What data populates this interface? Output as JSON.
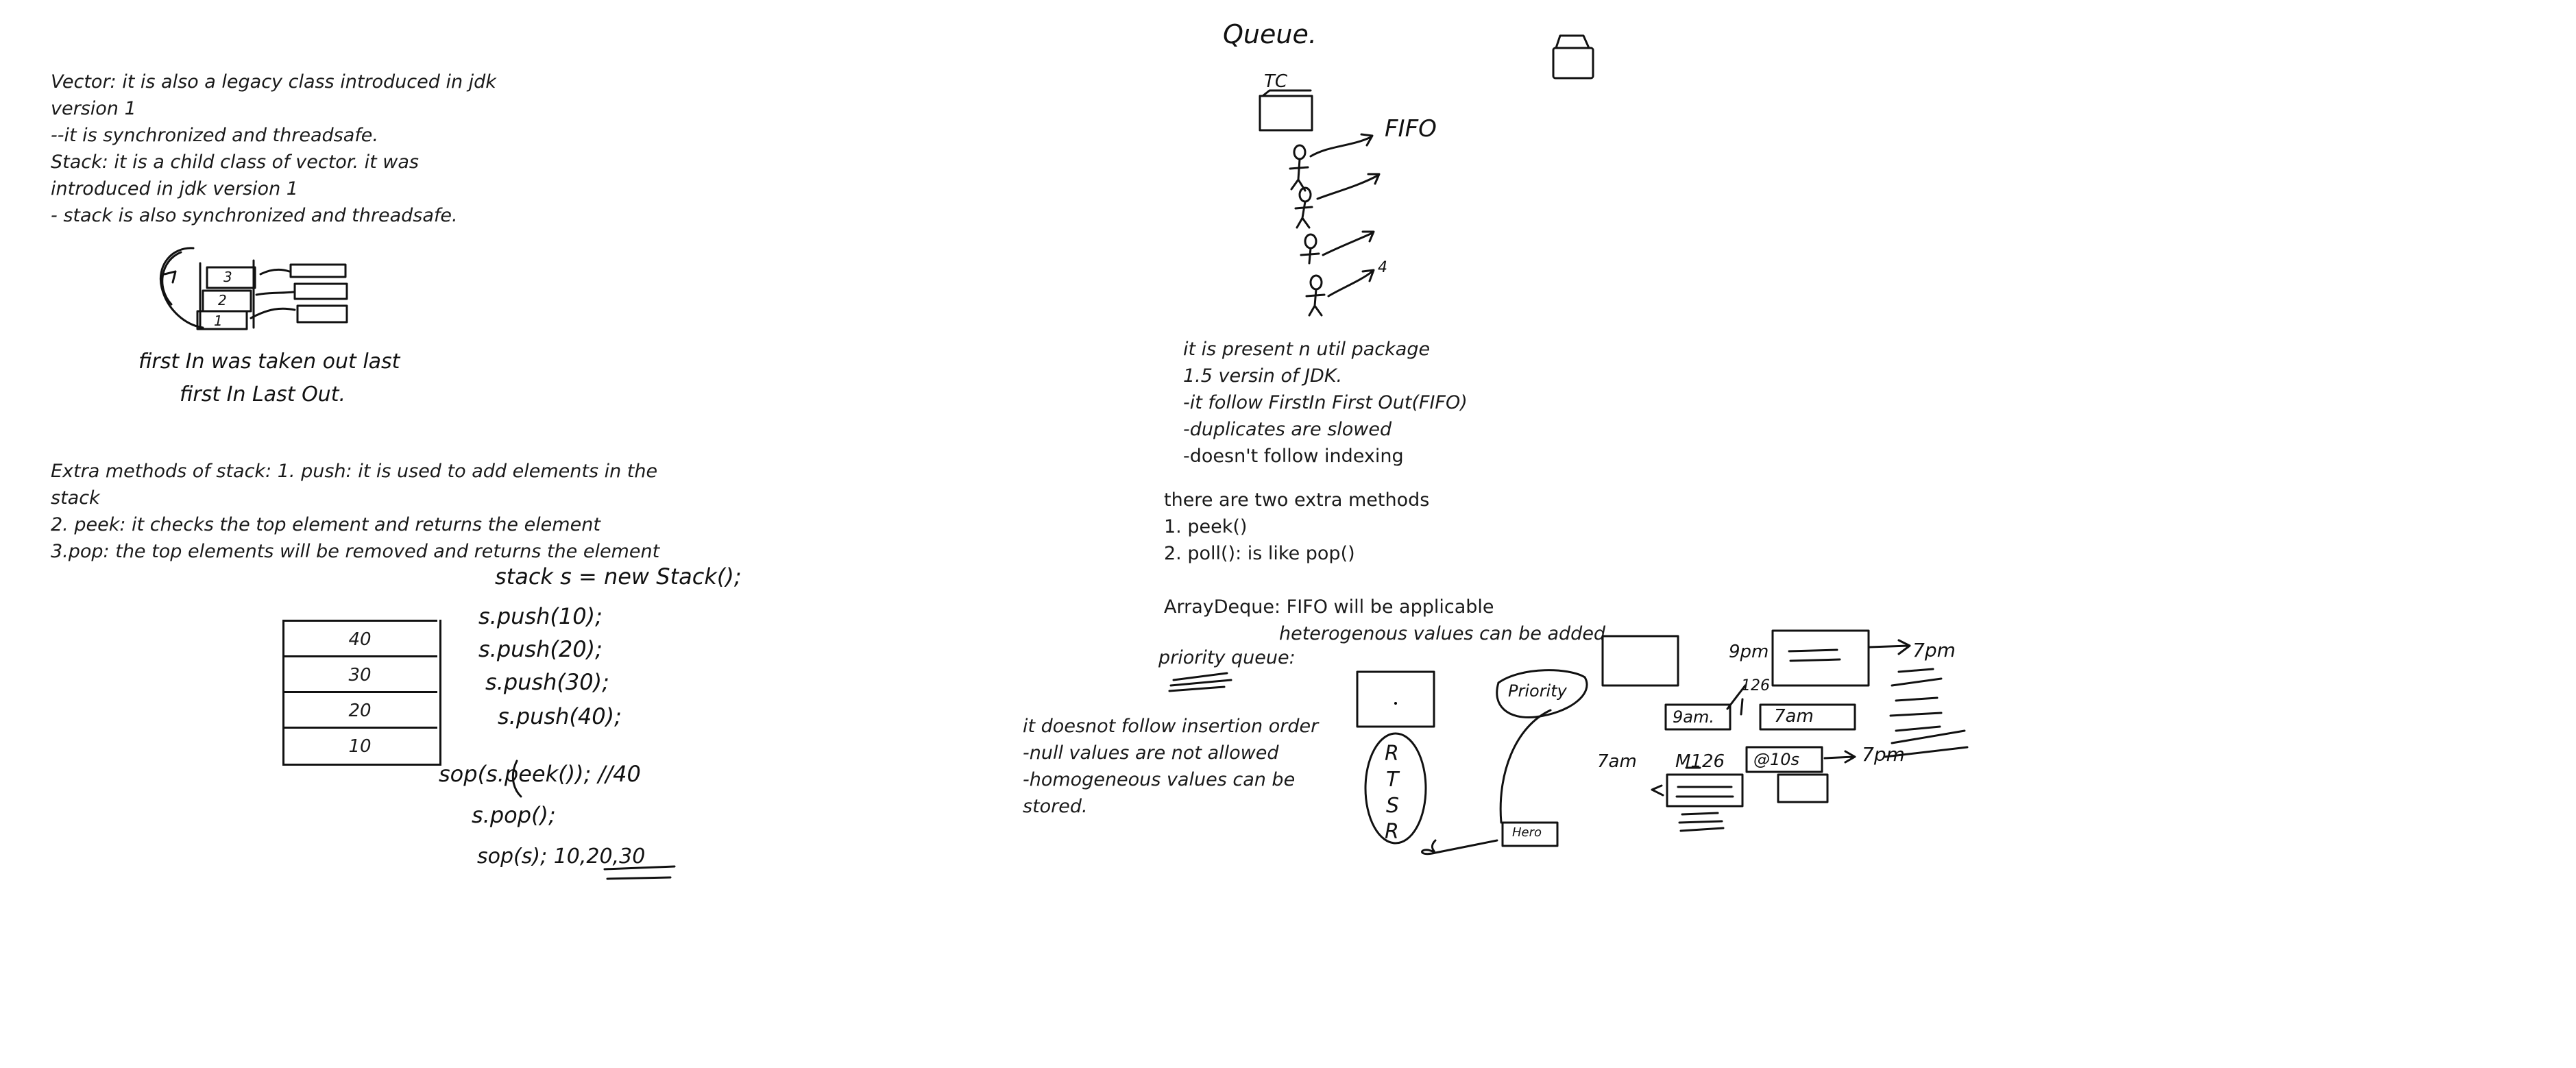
{
  "vector_notes": [
    "Vector: it is also a legacy class introduced in jdk",
    "version 1",
    "--it is synchronized and threadsafe.",
    "Stack: it is a child class of vector. it was",
    "introduced in jdk version 1",
    "- stack is also synchronized and threadsafe."
  ],
  "stack_sketch": {
    "box_labels": [
      "3",
      "2",
      "1"
    ],
    "caption1": "first In was taken out last",
    "caption2": "first In Last Out."
  },
  "stack_methods": [
    "Extra methods of stack: 1. push: it is used to add elements in the",
    "stack",
    "2. peek: it checks the top element and returns the element",
    "3.pop: the top elements will be removed and returns the element"
  ],
  "stack_diagram": {
    "cells": [
      "40",
      "30",
      "20",
      "10"
    ]
  },
  "stack_code": [
    "stack s = new Stack();",
    "s.push(10);",
    "s.push(20);",
    "s.push(30);",
    "s.push(40);",
    "sop(s.peek()); //40",
    "s.pop();",
    "sop(s);  10,20,30"
  ],
  "queue": {
    "title": "Queue.",
    "tc_label": "TC",
    "fifo_label": "FIFO",
    "arrow_label": "4",
    "notes": [
      "it is present n util package",
      "1.5 versin of JDK.",
      "-it follow FirstIn First Out(FIFO)",
      "-duplicates are slowed",
      "-doesn't follow indexing"
    ],
    "extra_methods": [
      "there are two extra methods",
      "1. peek()",
      "2. poll(): is like pop()"
    ],
    "arraydeque": "ArrayDeque: FIFO will be applicable",
    "heterogenous": "heterogenous values can be added",
    "priority_queue": "priority queue:",
    "pq_notes": [
      "it doesnot follow insertion order",
      "-null values are not allowed",
      "-homogeneous values can be",
      "stored."
    ]
  },
  "priority_sketch": {
    "letters": [
      "R",
      "T",
      "S",
      "R"
    ],
    "priority_label": "Priority",
    "hero_label": "Hero",
    "times": [
      "9pm",
      "7pm",
      "9am.",
      "7am",
      "126",
      "7am",
      "M126",
      "@10s",
      "7pm"
    ]
  },
  "colors": {
    "ink": "#111111",
    "background": "#ffffff",
    "text": "#1a1a1a"
  }
}
